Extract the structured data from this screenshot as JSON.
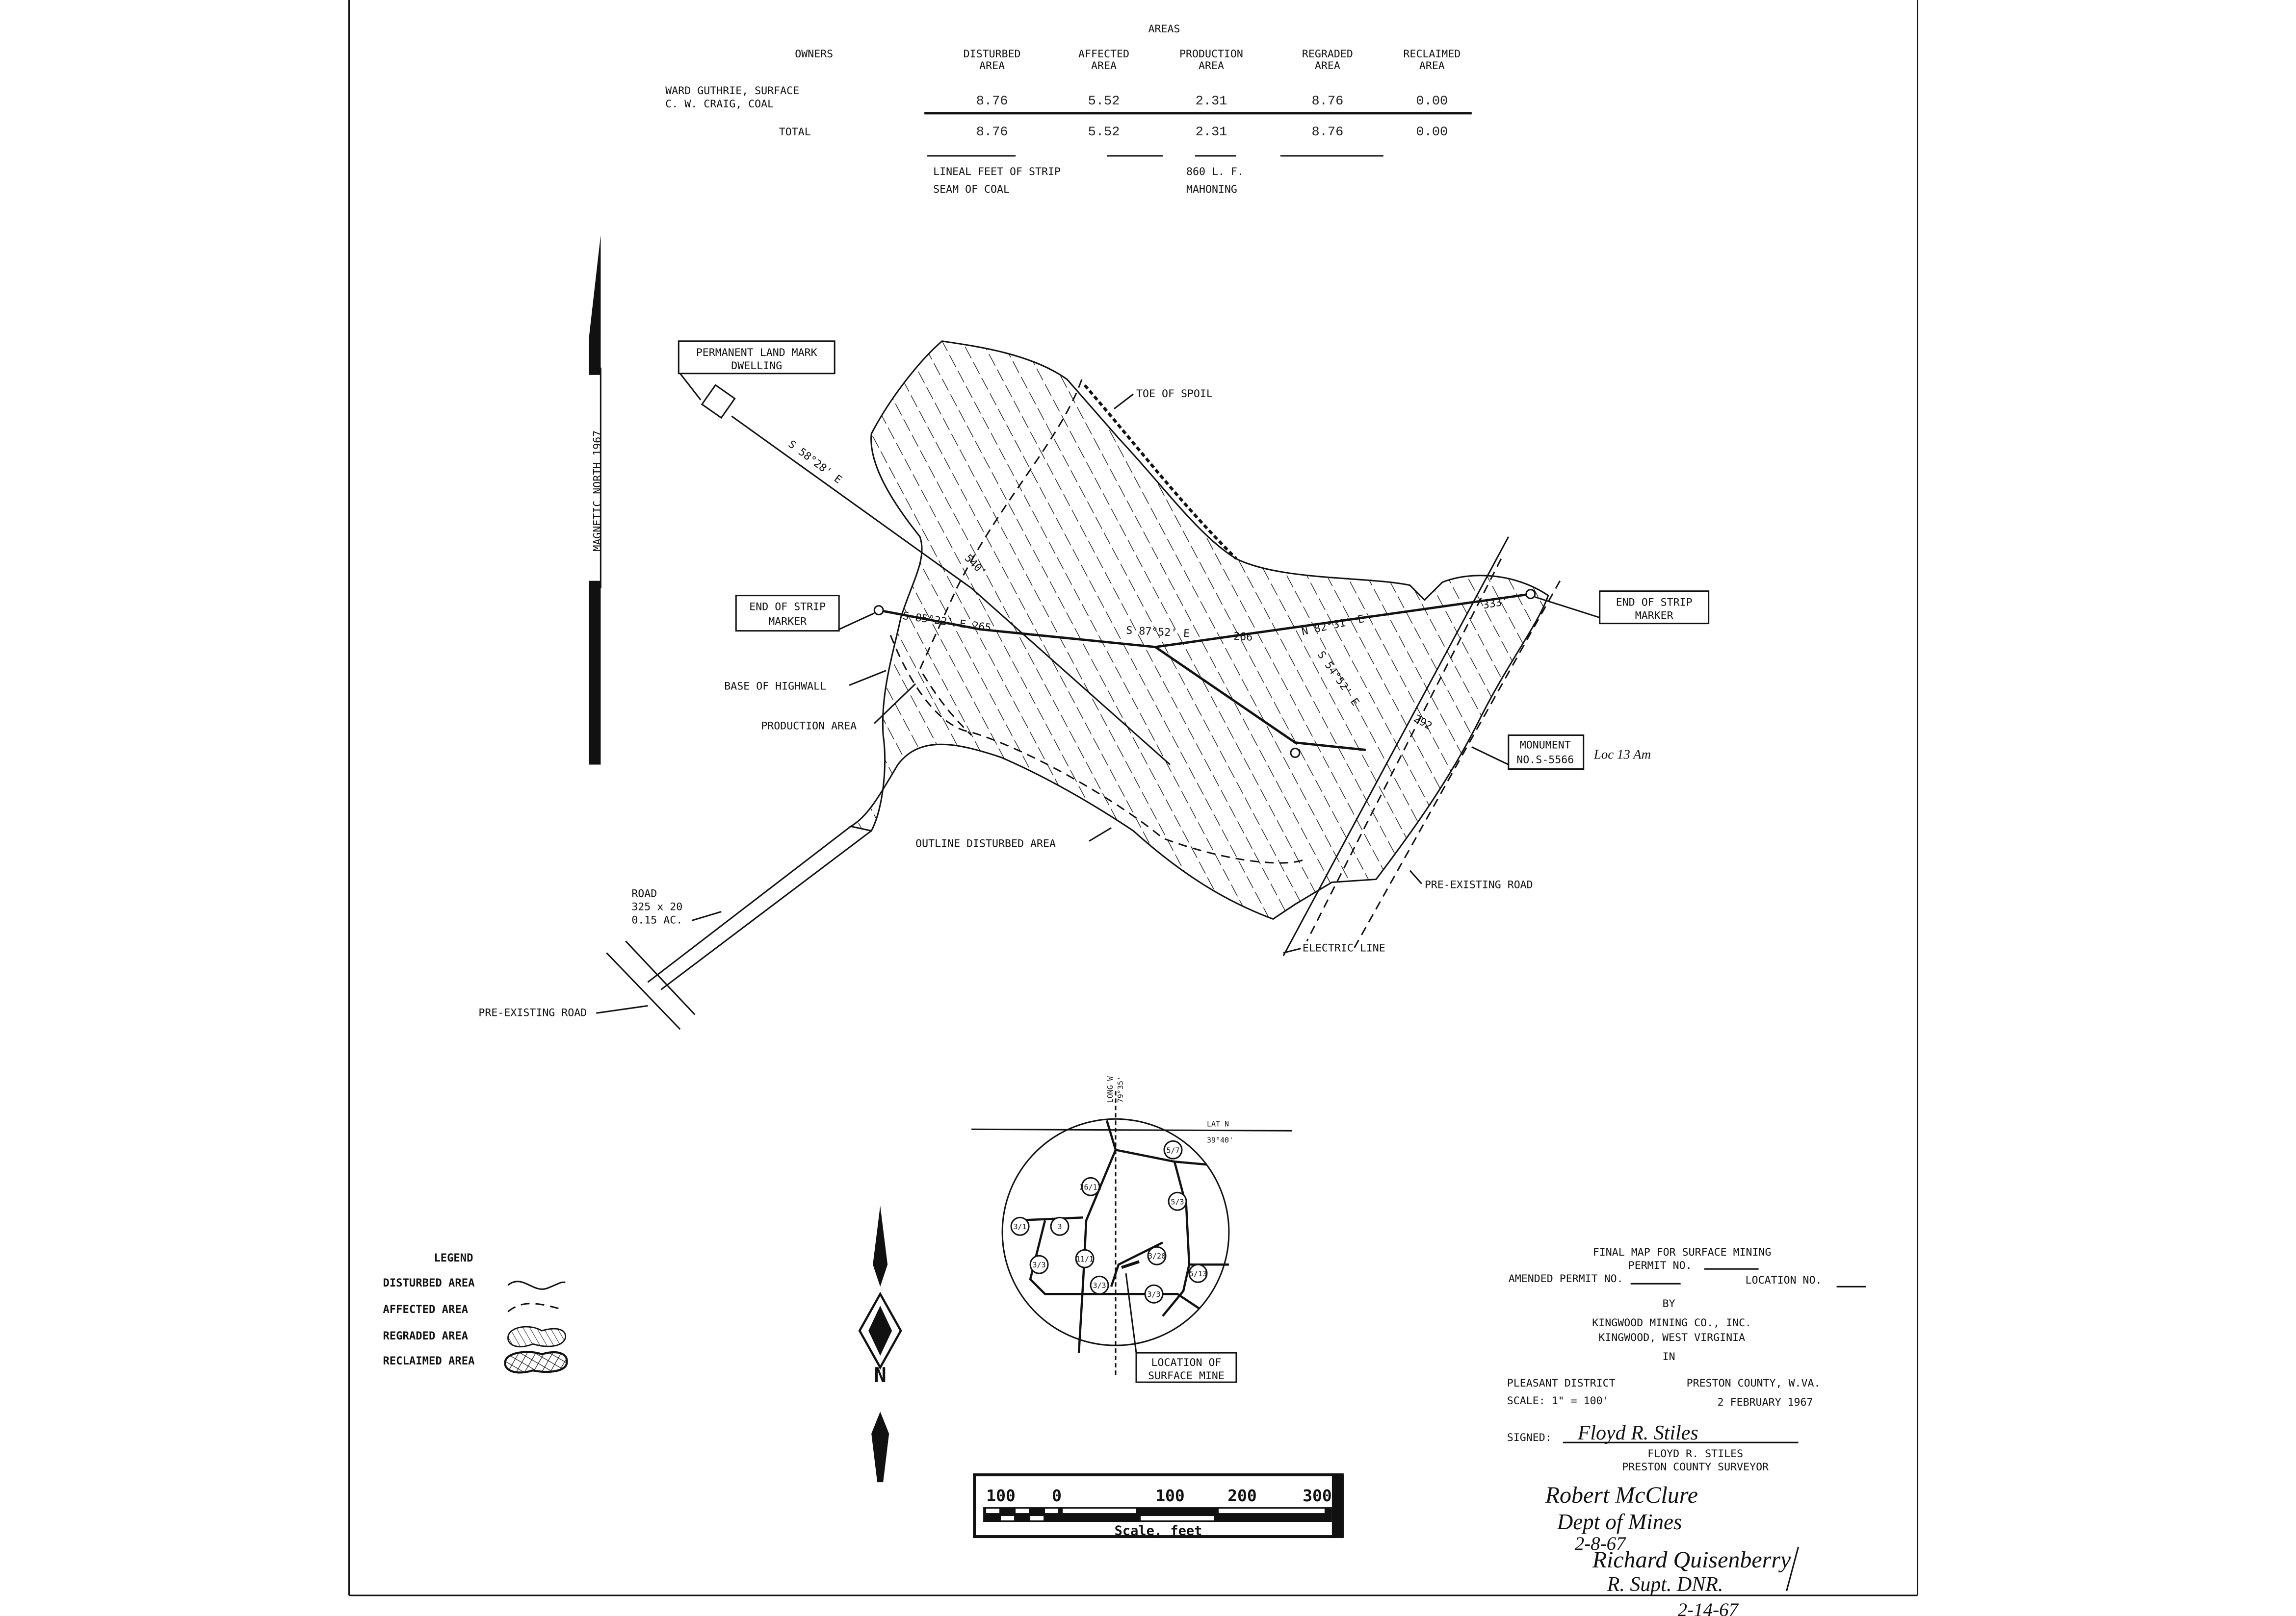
{
  "areas_table": {
    "title": "AREAS",
    "owners_header": "OWNERS",
    "columns": [
      {
        "line1": "DISTURBED",
        "line2": "AREA"
      },
      {
        "line1": "AFFECTED",
        "line2": "AREA"
      },
      {
        "line1": "PRODUCTION",
        "line2": "AREA"
      },
      {
        "line1": "REGRADED",
        "line2": "AREA"
      },
      {
        "line1": "RECLAIMED",
        "line2": "AREA"
      }
    ],
    "owner_row": {
      "owner_line1": "WARD GUTHRIE, SURFACE",
      "owner_line2": "C. W. CRAIG, COAL",
      "values": [
        "8.76",
        "5.52",
        "2.31",
        "8.76",
        "0.00"
      ]
    },
    "total_row": {
      "label": "TOTAL",
      "values": [
        "8.76",
        "5.52",
        "2.31",
        "8.76",
        "0.00"
      ]
    },
    "lineal_feet_label": "LINEAL FEET OF STRIP",
    "lineal_feet_value": "860 L. F.",
    "seam_label": "SEAM OF COAL",
    "seam_value": "MAHONING"
  },
  "map": {
    "magnetic_north": "MAGNETIC NORTH 1967",
    "landmark_line1": "PERMANENT LAND MARK",
    "landmark_line2": "DWELLING",
    "toe_of_spoil": "TOE OF SPOIL",
    "bearing_dwelling": "S 58°28' E",
    "bearing_540": "540'",
    "end_strip_left_line1": "END OF STRIP",
    "end_strip_left_line2": "MARKER",
    "end_strip_right_line1": "END OF STRIP",
    "end_strip_right_line2": "MARKER",
    "bearing_1": "S 85°22' E 265",
    "bearing_2": "S 87°52' E",
    "bearing_2_dist": "266",
    "bearing_3": "N 82°31' E",
    "bearing_3_dist": "333'",
    "bearing_4": "S 54°52' E",
    "bearing_4_dist": "292",
    "base_of_highwall": "BASE OF HIGHWALL",
    "production_area": "PRODUCTION AREA",
    "monument_line1": "MONUMENT",
    "monument_line2": "NO.S-5566",
    "monument_note": "Loc 13 Am",
    "outline_disturbed": "OUTLINE DISTURBED AREA",
    "pre_existing_road_right": "PRE-EXISTING ROAD",
    "electric_line": "ELECTRIC LINE",
    "road_line1": "ROAD",
    "road_line2": "325 x 20",
    "road_line3": "0.15 AC.",
    "pre_existing_road_left": "PRE-EXISTING ROAD"
  },
  "location_map": {
    "long_label": "LONG W",
    "long_value": "79°35'",
    "lat_label": "LAT N",
    "lat_value": "39°40'",
    "route_markers": [
      "5/7",
      "26/12",
      "5/3",
      "3/1",
      "3",
      "3/3",
      "11/1",
      "3/20",
      "3/3",
      "3/3",
      "5/13"
    ],
    "location_line1": "LOCATION OF",
    "location_line2": "SURFACE MINE"
  },
  "legend": {
    "title": "LEGEND",
    "items": [
      "DISTURBED AREA",
      "AFFECTED AREA",
      "REGRADED AREA",
      "RECLAIMED AREA"
    ]
  },
  "north_arrow": {
    "letter": "N"
  },
  "scale_bar": {
    "ticks": [
      "100",
      "0",
      "100",
      "200",
      "300"
    ],
    "caption": "Scale, feet"
  },
  "title_block": {
    "title": "FINAL MAP FOR SURFACE MINING",
    "permit": "PERMIT NO.",
    "amended_permit": "AMENDED PERMIT NO.",
    "location_no": "LOCATION NO.",
    "by": "BY",
    "company": "KINGWOOD MINING CO., INC.",
    "company_city": "KINGWOOD,   WEST VIRGINIA",
    "in": "IN",
    "district": "PLEASANT DISTRICT",
    "county": "PRESTON COUNTY, W.VA.",
    "scale": "SCALE: 1\" = 100'",
    "date": "2 FEBRUARY 1967",
    "signed_label": "SIGNED:",
    "signature": "Floyd R. Stiles",
    "surveyor_name": "FLOYD R. STILES",
    "surveyor_title": "PRESTON COUNTY SURVEYOR"
  },
  "approvals": {
    "sig1": "Robert McClure",
    "sig1_dept": "Dept of Mines",
    "sig1_date": "2-8-67",
    "sig2": "Richard Quisenberry",
    "sig2_title": "R. Supt. DNR.",
    "sig2_date": "2-14-67"
  }
}
